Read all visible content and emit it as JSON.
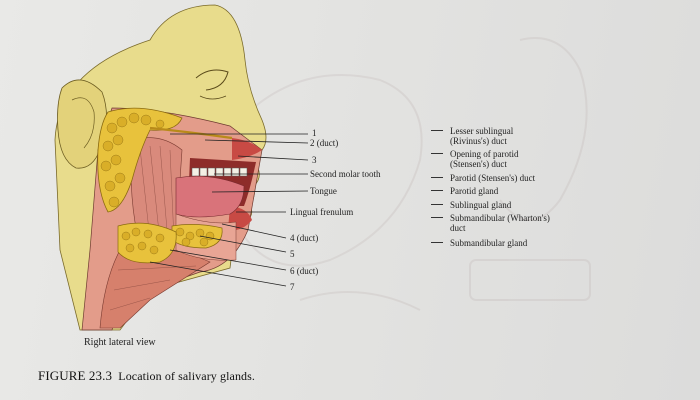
{
  "figure": {
    "caption_label": "FIGURE 23.3",
    "caption_text": "Location of salivary glands.",
    "view_label": "Right lateral view"
  },
  "callouts": [
    {
      "id": "c1",
      "text": "1"
    },
    {
      "id": "c2",
      "text": "2 (duct)"
    },
    {
      "id": "c3",
      "text": "3"
    },
    {
      "id": "c4",
      "text": "Second molar tooth"
    },
    {
      "id": "c5",
      "text": "Tongue"
    },
    {
      "id": "c6",
      "text": "Lingual frenulum"
    },
    {
      "id": "c7",
      "text": "4 (duct)"
    },
    {
      "id": "c8",
      "text": "5"
    },
    {
      "id": "c9",
      "text": "6 (duct)"
    },
    {
      "id": "c10",
      "text": "7"
    }
  ],
  "answer_key": [
    {
      "line1": "Lesser sublingual",
      "line2": "(Rivinus's) duct"
    },
    {
      "line1": "Opening of parotid",
      "line2": "(Stensen's) duct"
    },
    {
      "line1": "Parotid (Stensen's) duct",
      "line2": ""
    },
    {
      "line1": "Parotid gland",
      "line2": ""
    },
    {
      "line1": "Sublingual gland",
      "line2": ""
    },
    {
      "line1": "Submandibular (Wharton's)",
      "line2": "duct"
    },
    {
      "line1": "Submandibular gland",
      "line2": ""
    }
  ],
  "colors": {
    "skin": "#e8dc8c",
    "gland": "#e8c23c",
    "muscle": "#d98a7c",
    "lip": "#c84a44",
    "tongue": "#d9737a"
  }
}
